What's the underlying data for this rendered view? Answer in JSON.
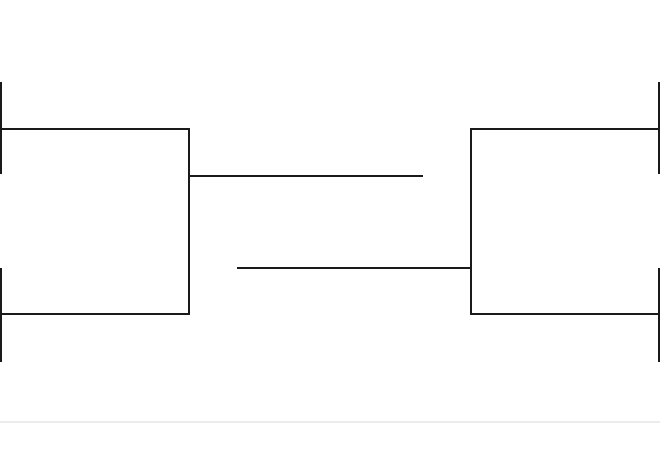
{
  "diagram": {
    "type": "tournament-bracket",
    "line_color": "#1a1a1a",
    "divider_color": "#ececec",
    "left_side": {
      "entrants": 2,
      "labels": []
    },
    "right_side": {
      "entrants": 2,
      "labels": []
    },
    "final": {
      "labels": []
    }
  }
}
